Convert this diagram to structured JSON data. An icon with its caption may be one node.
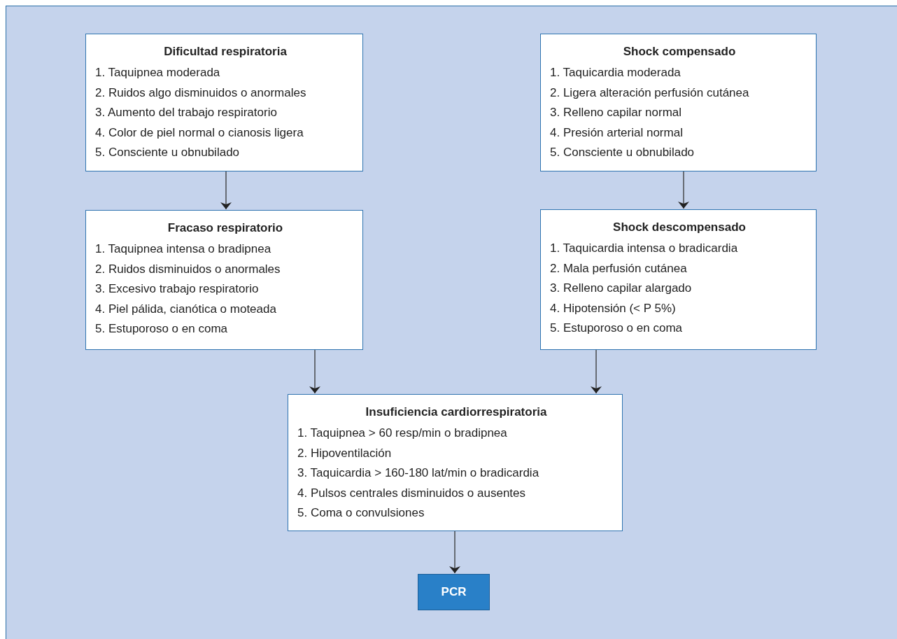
{
  "diagram": {
    "nodes": [
      {
        "text": [
          "Dificultad respiratoria",
          "1. Taquipnea moderada",
          "2. Ruidos algo disminuidos o anormales",
          "3. Aumento del trabajo respiratorio",
          "4. Color de piel normal o cianosis ligera",
          "5. Consciente u obnubilado"
        ]
      },
      {
        "text": [
          "Fracaso respiratorio",
          "1. Taquipnea intensa o bradipnea",
          "2. Ruidos disminuidos o anormales",
          "3. Excesivo trabajo respiratorio",
          "4. Piel pálida, cianótica o moteada",
          "5. Estuporoso o en coma"
        ]
      },
      {
        "text": [
          "Shock compensado",
          "1. Taquicardia moderada",
          "2. Ligera alteración perfusión cutánea",
          "3. Relleno capilar normal",
          "4. Presión arterial normal",
          "5. Consciente u obnubilado"
        ]
      },
      {
        "text": [
          "Shock descompensado",
          "1. Taquicardia intensa o bradicardia",
          "2. Mala perfusión cutánea",
          "3. Relleno capilar alargado",
          "4. Hipotensión (< P 5%)",
          "5. Estuporoso o en coma"
        ]
      },
      {
        "text": [
          "Insuficiencia cardiorrespiratoria",
          "1. Taquipnea > 60 resp/min o bradipnea",
          "2. Hipoventilación",
          "3. Taquicardia > 160-180 lat/min o bradicardia",
          "4. Pulsos centrales disminuidos o ausentes",
          "5. Coma o convulsiones"
        ]
      },
      {
        "text": [
          "PCR"
        ]
      }
    ],
    "edges": [
      {
        "from": 0,
        "to": 1,
        "arrow": "to"
      },
      {
        "from": 2,
        "to": 3,
        "arrow": "to"
      },
      {
        "from": 1,
        "to": 4,
        "arrow": "to"
      },
      {
        "from": 3,
        "to": 4,
        "arrow": "to"
      },
      {
        "from": 4,
        "to": 5,
        "arrow": "to"
      }
    ]
  }
}
